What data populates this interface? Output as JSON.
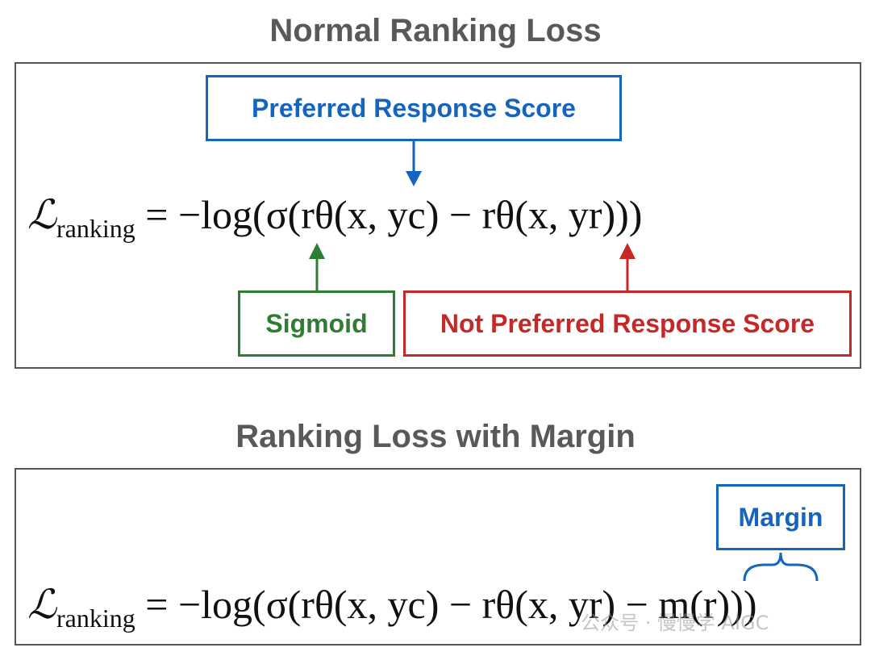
{
  "sections": [
    {
      "title": "Normal Ranking Loss",
      "formula": {
        "lhs_symbol": "ℒ",
        "lhs_subscript": "ranking",
        "rhs": "= −log(σ(rθ(x, yc) − rθ(x, yr)))"
      },
      "labels": {
        "preferred": "Preferred Response Score",
        "sigmoid": "Sigmoid",
        "not_preferred": "Not Preferred Response Score"
      }
    },
    {
      "title": "Ranking Loss with Margin",
      "formula": {
        "lhs_symbol": "ℒ",
        "lhs_subscript": "ranking",
        "rhs": "= −log(σ(rθ(x, yc) − rθ(x, yr) − m(r)))"
      },
      "labels": {
        "margin": "Margin"
      }
    }
  ],
  "watermark": "公众号 · 慢慢学 AIGC",
  "colors": {
    "title_gray": "#595959",
    "border_gray": "#555555",
    "blue": "#1565c0",
    "green": "#2e7d32",
    "red": "#c62828"
  }
}
